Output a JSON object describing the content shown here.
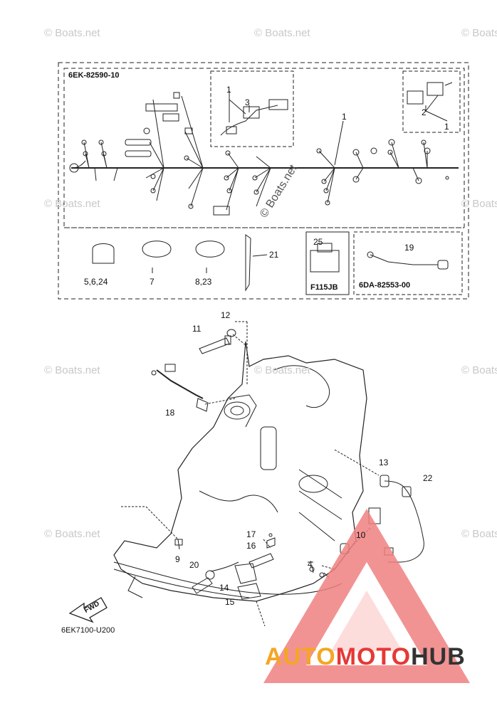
{
  "diagram": {
    "kit_codes": {
      "main_harness": "6EK-82590-10",
      "sub_harness": "6DA-82553-00",
      "model": "F115JB"
    },
    "drawing_code": "6EK7100-U200",
    "direction_label": "FWD",
    "part_labels": {
      "p1a": "1",
      "p1b": "1",
      "p1c": "1",
      "p2": "2",
      "p3": "3",
      "p4": "4",
      "p7": "7",
      "p9": "9",
      "p10": "10",
      "p11": "11",
      "p12": "12",
      "p13": "13",
      "p14": "14",
      "p15": "15",
      "p16": "16",
      "p17": "17",
      "p18": "18",
      "p19": "19",
      "p20": "20",
      "p21": "21",
      "p22": "22",
      "p25": "25",
      "p5_6_24": "5,6,24",
      "p8_23": "8,23"
    }
  },
  "watermarks": {
    "site": "© Boats.net",
    "diagonal": "© Boats.net"
  },
  "logo": {
    "part_a": "AUTO",
    "part_b": "MOTO",
    "part_c": "HUB"
  },
  "colors": {
    "line": "#222222",
    "logo_orange": "#f5a623",
    "logo_red": "#e53935",
    "logo_dark": "#333333",
    "triangle": "#f08080"
  }
}
